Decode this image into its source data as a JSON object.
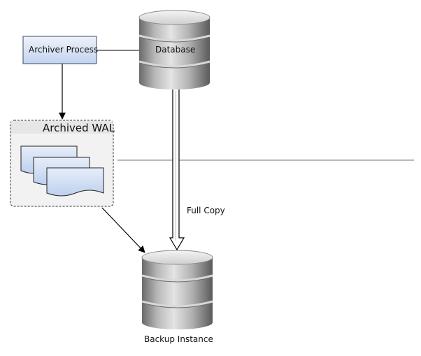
{
  "nodes": {
    "archiver_process": {
      "label": "Archiver Process"
    },
    "database": {
      "label": "Database"
    },
    "archived_wal": {
      "label": "Archived WAL"
    },
    "backup_instance": {
      "label": "Backup Instance"
    }
  },
  "edges": {
    "full_copy": {
      "label": "Full Copy"
    }
  },
  "colors": {
    "process_fill_top": "#eef3fb",
    "process_fill_bottom": "#c3d3ee",
    "process_border": "#3c4a6b",
    "db_light": "#e2e2e2",
    "db_dark": "#5e5e5e",
    "group_fill": "#f2f2f2",
    "wal_doc_fill": "#cddcf2",
    "separator": "#b9b9b9",
    "arrow": "#000000"
  }
}
